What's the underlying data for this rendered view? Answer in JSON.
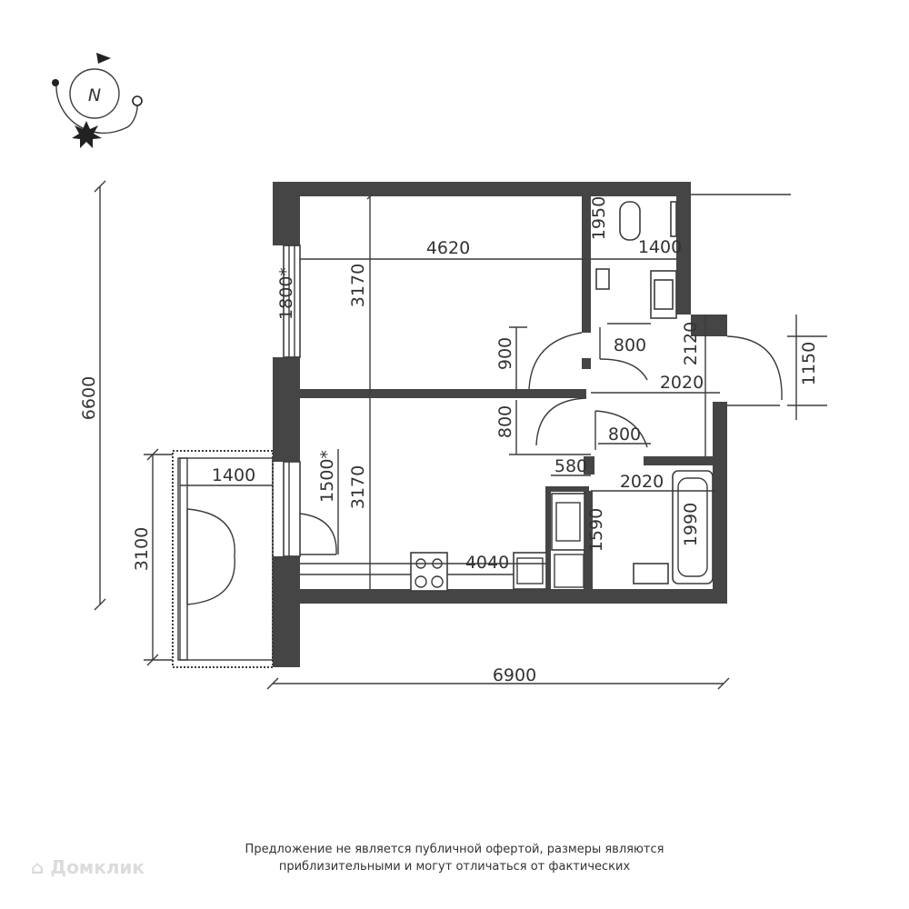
{
  "compass": {
    "label": "N"
  },
  "dimensions": {
    "total_width": "6900",
    "total_depth": "6600",
    "balcony_depth": "3100",
    "balcony_width": "1400",
    "balcony_door_width": "1500*",
    "bedroom_width": "4620",
    "bedroom_depth": "3170",
    "bedroom_window": "1800*",
    "living_depth": "3170",
    "kitchen_run": "4040",
    "wc_depth": "1950",
    "wc_width": "1400",
    "wc_door": "800",
    "hall_bedroom_door": "900",
    "hall_depth": "2120",
    "hall_length": "2020",
    "entry_door": "1150",
    "living_door": "800",
    "bath_door": "800",
    "hall_niche": "580",
    "bath_width": "2020",
    "bath_tub_length": "1990",
    "bath_depth": "1590"
  },
  "disclaimer": {
    "line1": "Предложение не является публичной офертой, размеры являются",
    "line2": "приблизительными и могут отличаться от фактических"
  },
  "watermark": {
    "text": "Домклик"
  },
  "colors": {
    "wall": "#454545",
    "line": "#3c3c3c",
    "text": "#333333",
    "watermark": "#dcdcdc"
  }
}
